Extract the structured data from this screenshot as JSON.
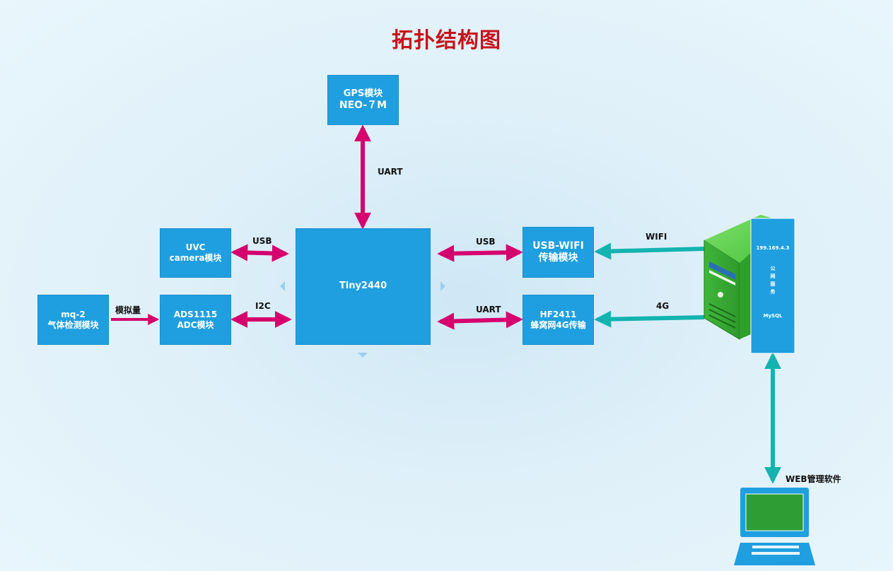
{
  "title": "拓扑结构图",
  "colors": {
    "box": "#1f9fe0",
    "wired_arrow": "#d5006d",
    "wireless_arrow": "#14b3b0",
    "title": "#c8121a"
  },
  "nodes": {
    "gps": {
      "line1": "GPS模块",
      "line2": "NEO-７M"
    },
    "uvc": {
      "line1": "UVC",
      "line2": "camera模块"
    },
    "mq2": {
      "line1": "mq-2",
      "line2": "气体检测模块"
    },
    "ads": {
      "line1": "ADS1115",
      "line2": "ADC模块"
    },
    "tiny": {
      "line1": "Tiny2440"
    },
    "usbwifi": {
      "line1": "USB-WIFI",
      "line2": "传输模块"
    },
    "hf": {
      "line1": "HF2411",
      "line2": "蜂窝网4G传输"
    }
  },
  "server": {
    "ip": "199.169.4.3",
    "service_chars": [
      "公",
      "网",
      "服",
      "务"
    ],
    "db": "MySQL"
  },
  "edges": {
    "gps_tiny": "UART",
    "uvc_tiny": "USB",
    "ads_tiny": "I2C",
    "mq2_ads": "模拟量",
    "tiny_usbwifi": "USB",
    "tiny_hf": "UART",
    "usbwifi_server": "WIFI",
    "hf_server": "4G"
  },
  "client": {
    "label": "WEB管理软件",
    "icon": "laptop-icon"
  }
}
